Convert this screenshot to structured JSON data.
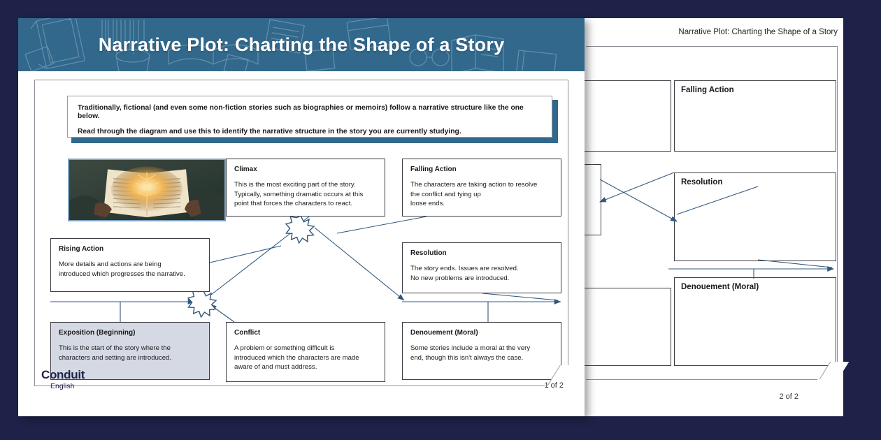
{
  "background_color": "#1e2248",
  "brand_color": "#31688c",
  "page1": {
    "banner_title": "Narrative Plot: Charting the Shape of a Story",
    "callout": {
      "line1": "Traditionally, fictional (and even some non-fiction stories such as biographies or memoirs) follow a narrative structure like the one below.",
      "line2": "Read through the diagram and use this to identify the narrative structure in the story you are currently studying."
    },
    "thumbnail": {
      "icon": "open-book-photo",
      "alt": "Hands holding a glowing open book"
    },
    "diagram": {
      "climax": {
        "title": "Climax",
        "desc": "This is the most exciting part of the story.\nTypically, something dramatic occurs at this\npoint that forces the characters to react."
      },
      "falling": {
        "title": "Falling Action",
        "desc": "The characters are taking action to resolve\nthe conflict and tying up\nloose ends."
      },
      "rising": {
        "title": "Rising Action",
        "desc": "More details and actions are being\nintroduced which progresses the narrative."
      },
      "resolution": {
        "title": "Resolution",
        "desc": "The story ends. Issues are resolved.\nNo new problems are introduced."
      },
      "exposition": {
        "title": "Exposition (Beginning)",
        "desc": "This is the start of the story where the\ncharacters and setting are introduced."
      },
      "conflict": {
        "title": "Conflict",
        "desc": "A problem or something difficult is\nintroduced which the characters are made\naware of and must address."
      },
      "denouement": {
        "title": "Denouement (Moral)",
        "desc": "Some stories include a moral at the very\nend, though this isn't always the case."
      }
    },
    "logo": {
      "brand": "Conduit",
      "subject": "English"
    },
    "page_number": "1 of 2"
  },
  "page2": {
    "header": "Narrative Plot: Charting the Shape of a Story",
    "diagram": {
      "climax": {
        "title": ""
      },
      "falling": {
        "title": "Falling Action"
      },
      "rising": {
        "title": ""
      },
      "resolution": {
        "title": "Resolution"
      },
      "exposition": {
        "title": ""
      },
      "conflict": {
        "title": ""
      },
      "denouement": {
        "title": "Denouement (Moral)"
      }
    },
    "page_number": "2 of 2"
  }
}
